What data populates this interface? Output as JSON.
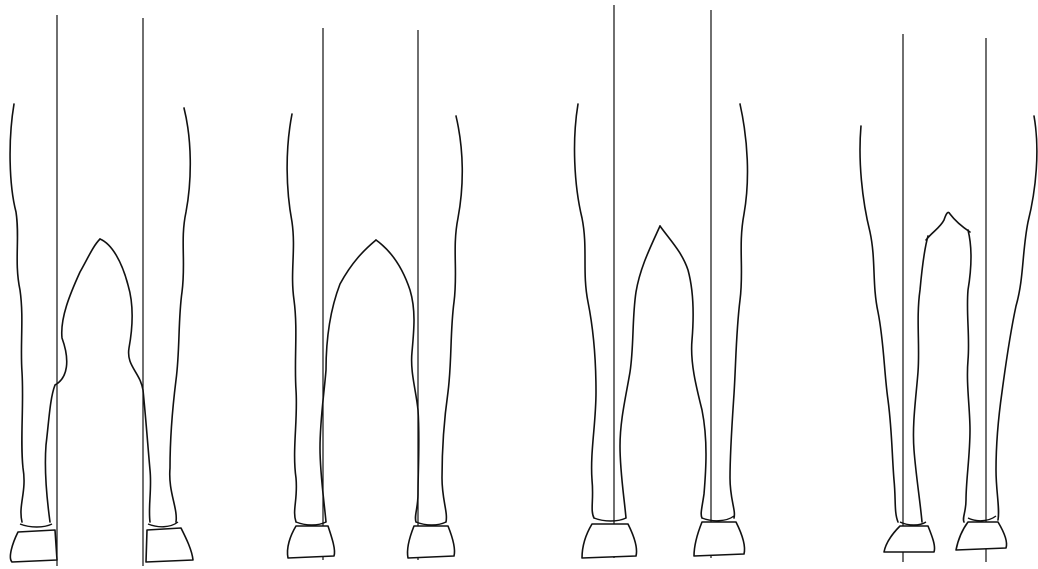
{
  "figure": {
    "background": "#ffffff",
    "line_color": "#111111",
    "panels": [
      {
        "id": "panel-1",
        "conformation": "base-wide"
      },
      {
        "id": "panel-2",
        "conformation": "straight"
      },
      {
        "id": "panel-3",
        "conformation": "straight"
      },
      {
        "id": "panel-4",
        "conformation": "base-narrow"
      }
    ]
  }
}
